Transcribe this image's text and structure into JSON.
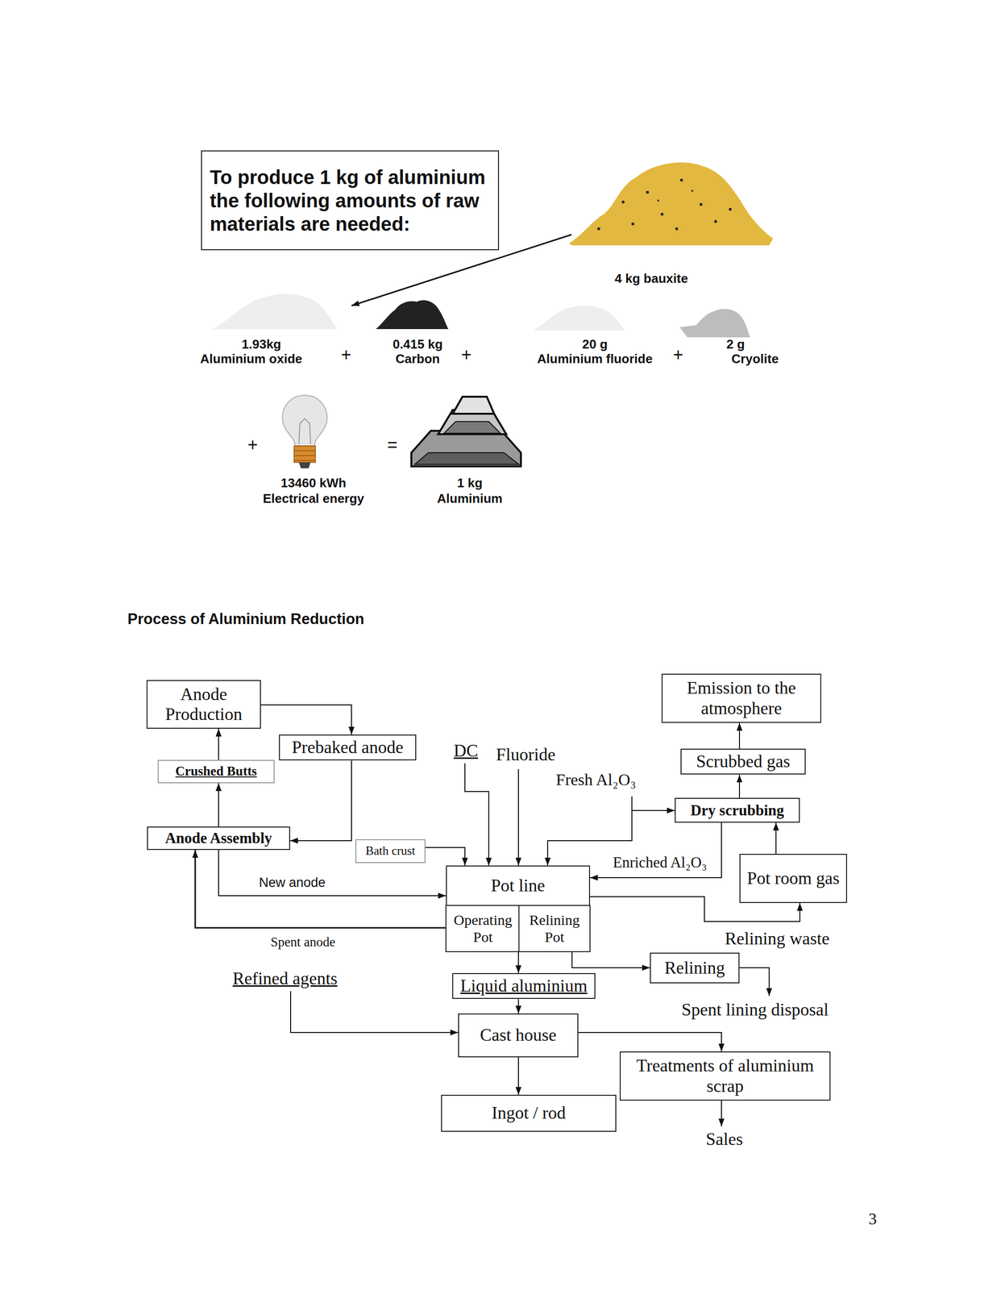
{
  "diagram": {
    "title": "Process of Aluminium Reduction",
    "nodes": [
      {
        "text": [
          "To produce 1 kg of aluminium the following amounts of raw materials are needed:"
        ]
      },
      {
        "text": [
          "Anode Production"
        ]
      },
      {
        "text": [
          "Prebaked anode"
        ]
      },
      {
        "text": [
          "Crushed Butts"
        ]
      },
      {
        "text": [
          "Anode Assembly"
        ]
      },
      {
        "text": [
          "Bath crust"
        ]
      },
      {
        "text": [
          "Pot line"
        ]
      },
      {
        "text": [
          "Operating Pot"
        ],
        "in": 6
      },
      {
        "text": [
          "Relining Pot"
        ],
        "in": 6
      },
      {
        "text": [
          "Liquid aluminium"
        ]
      },
      {
        "text": [
          "Cast house"
        ]
      },
      {
        "text": [
          "Ingot / rod"
        ]
      },
      {
        "text": [
          "Treatments of aluminium scrap"
        ]
      },
      {
        "text": [
          "Relining"
        ]
      },
      {
        "text": [
          "Pot room gas"
        ]
      },
      {
        "text": [
          "Dry scrubbing"
        ]
      },
      {
        "text": [
          "Scrubbed gas"
        ]
      },
      {
        "text": [
          "Emission to the atmosphere"
        ]
      }
    ],
    "edges": [
      {
        "from": 1,
        "to": 2,
        "arrow": "to"
      },
      {
        "from": 2,
        "to": 4,
        "arrow": "to"
      },
      {
        "from": 4,
        "to": 3,
        "arrow": "to"
      },
      {
        "from": 3,
        "to": 1,
        "arrow": "to"
      },
      {
        "from": 4,
        "to": 6,
        "label": "New anode",
        "arrow": "to"
      },
      {
        "from": 6,
        "to": 4,
        "label": "Spent anode",
        "arrow": "to"
      },
      {
        "from": 5,
        "to": 6,
        "arrow": "to"
      },
      {
        "from": 15,
        "to": 6,
        "label": "Enriched Al₂O₃",
        "arrow": "to"
      },
      {
        "from": 14,
        "to": 15,
        "arrow": "to"
      },
      {
        "from": 15,
        "to": 16,
        "arrow": "to"
      },
      {
        "from": 16,
        "to": 17,
        "arrow": "to"
      },
      {
        "from": 6,
        "to": 14,
        "arrow": "to"
      },
      {
        "from": 6,
        "to": 9,
        "arrow": "to"
      },
      {
        "from": 8,
        "to": 13,
        "arrow": "to"
      },
      {
        "from": 9,
        "to": 10,
        "arrow": "to"
      },
      {
        "from": 10,
        "to": 11,
        "arrow": "to"
      },
      {
        "from": 10,
        "to": 12,
        "arrow": "to"
      }
    ],
    "labels": [
      "4 kg bauxite",
      "1.93kg",
      "Aluminium oxide",
      "+",
      "0.415 kg",
      "Carbon",
      "+",
      "20 g",
      "Aluminium fluoride",
      "+",
      "2 g",
      "Cryolite",
      "+",
      "13460 kWh",
      "Electrical energy",
      "=",
      "1 kg",
      "Aluminium",
      "DC",
      "Fluoride",
      "Fresh Al₂O₃",
      "Relining waste",
      "Refined agents",
      "Spent lining disposal",
      "Sales",
      "3"
    ]
  }
}
